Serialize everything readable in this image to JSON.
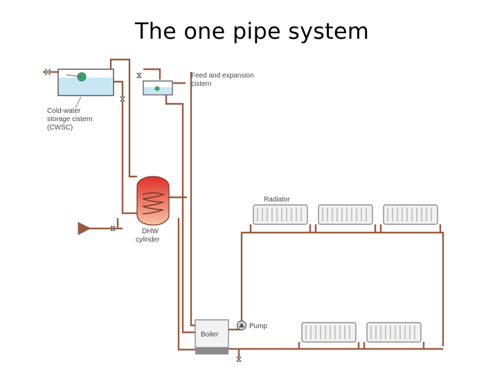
{
  "title": "The one pipe system",
  "labels": {
    "cwsc_line1": "Cold-water",
    "cwsc_line2": "storage cistern",
    "cwsc_line3": "(CWSC)",
    "feed_line1": "Feed and expansion",
    "feed_line2": "cistern",
    "dhw_line1": "DHW",
    "dhw_line2": "cylinder",
    "radiator": "Radiator",
    "pump": "Pump",
    "boiler": "Boiler"
  },
  "colors": {
    "pipe": "#9a5a3e",
    "water": "#c9e6f5",
    "cylinder_hot": "#e0302a",
    "cylinder_cool": "#f6c3a4",
    "boiler_body": "#f2f2f2",
    "boiler_base": "#8a8a8a",
    "radiator_fill": "#f1f1f1",
    "float_ball": "#3aa56a"
  }
}
